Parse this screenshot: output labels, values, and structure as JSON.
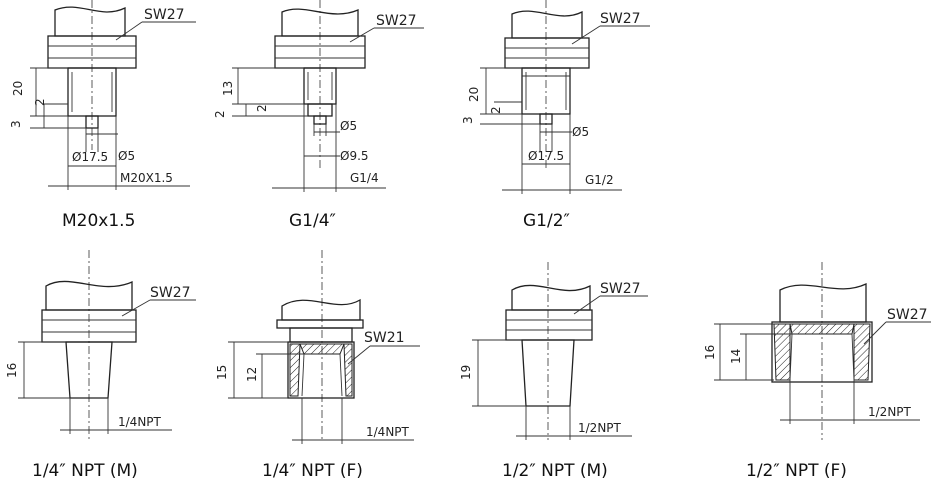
{
  "fittings": [
    {
      "caption": "M20x1.5",
      "wrench": "SW27",
      "dims": [
        "20",
        "2",
        "3",
        "Ø5",
        "Ø17.5",
        "M20X1.5"
      ]
    },
    {
      "caption": "G1/4″",
      "wrench": "SW27",
      "dims": [
        "13",
        "2",
        "2",
        "Ø5",
        "Ø9.5",
        "G1/4"
      ]
    },
    {
      "caption": "G1/2″",
      "wrench": "SW27",
      "dims": [
        "20",
        "2",
        "3",
        "Ø5",
        "Ø17.5",
        "G1/2"
      ]
    },
    {
      "caption": "1/4″ NPT (M)",
      "wrench": "SW27",
      "dims": [
        "16",
        "1/4NPT"
      ]
    },
    {
      "caption": "1/4″ NPT (F)",
      "wrench": "SW21",
      "dims": [
        "15",
        "12",
        "1/4NPT"
      ]
    },
    {
      "caption": "1/2″ NPT (M)",
      "wrench": "SW27",
      "dims": [
        "19",
        "1/2NPT"
      ]
    },
    {
      "caption": "1/2″ NPT (F)",
      "wrench": "SW27",
      "dims": [
        "16",
        "14",
        "1/2NPT"
      ]
    }
  ]
}
